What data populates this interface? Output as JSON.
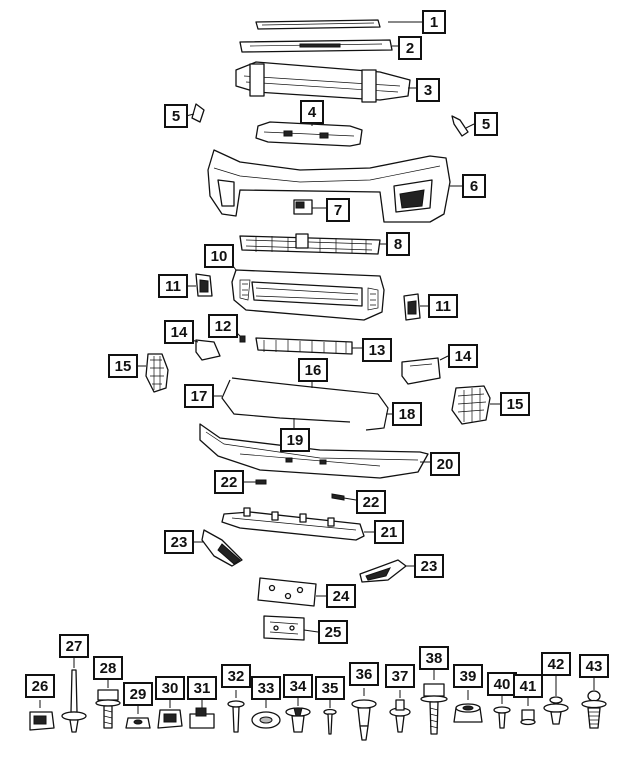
{
  "callouts": [
    "1",
    "2",
    "3",
    "4",
    "5",
    "5",
    "6",
    "7",
    "8",
    "10",
    "11",
    "11",
    "12",
    "13",
    "14",
    "14",
    "15",
    "15",
    "16",
    "17",
    "18",
    "19",
    "20",
    "21",
    "22",
    "22",
    "23",
    "23",
    "24",
    "25",
    "26",
    "27",
    "28",
    "29",
    "30",
    "31",
    "32",
    "33",
    "34",
    "35",
    "36",
    "37",
    "38",
    "39",
    "40",
    "41",
    "42",
    "43"
  ]
}
